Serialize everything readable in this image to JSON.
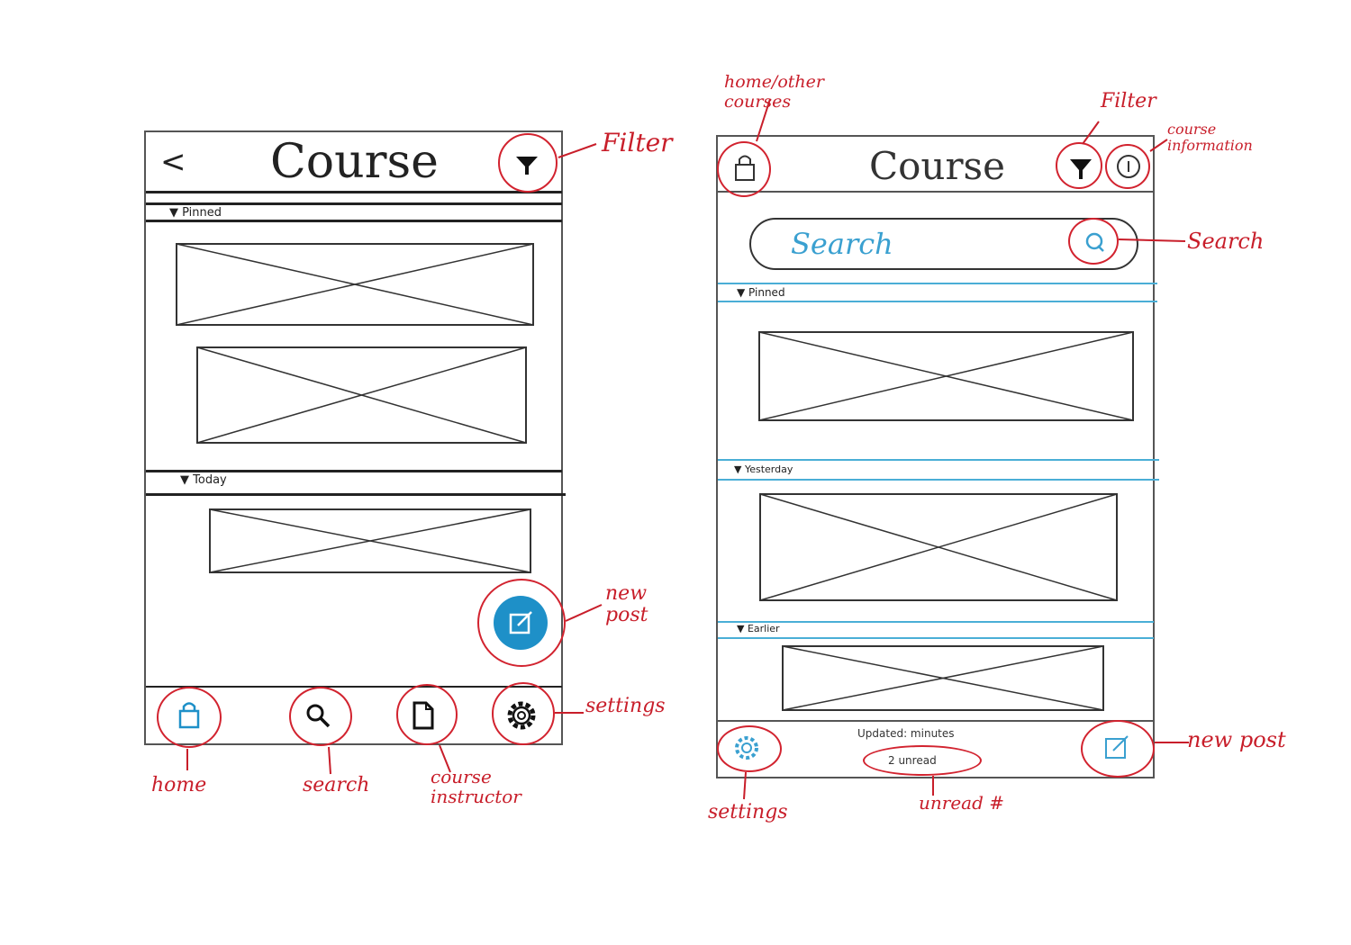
{
  "left_phone": {
    "back_label": "<",
    "title": "Course",
    "sections": {
      "pinned": "▼  Pinned",
      "today": "▼  Today"
    },
    "new_post_icon": "new-post-icon",
    "nav": [
      "home-icon",
      "search-icon",
      "document-icon",
      "gear-icon"
    ]
  },
  "right_phone": {
    "title": "Course",
    "search_placeholder": "Search",
    "sections": {
      "pinned": "▼  Pinned",
      "second": "▼  Yesterday",
      "third": "▼  Earlier"
    },
    "footer_status": "Updated: minutes",
    "unread": "2 unread"
  },
  "annotations": {
    "left": {
      "filter": "Filter",
      "new_post": "new post",
      "settings": "settings",
      "home": "home",
      "search": "search",
      "course_instructor": "course instructor"
    },
    "right": {
      "home_other": "home/other courses",
      "filter": "Filter",
      "course_information": "course information",
      "search": "Search",
      "new_post": "new post",
      "settings": "settings",
      "unread": "unread #"
    }
  },
  "colors": {
    "annotation": "#c81e2a",
    "accent_blue": "#1e90c8",
    "line_blue": "#4aaed6"
  }
}
